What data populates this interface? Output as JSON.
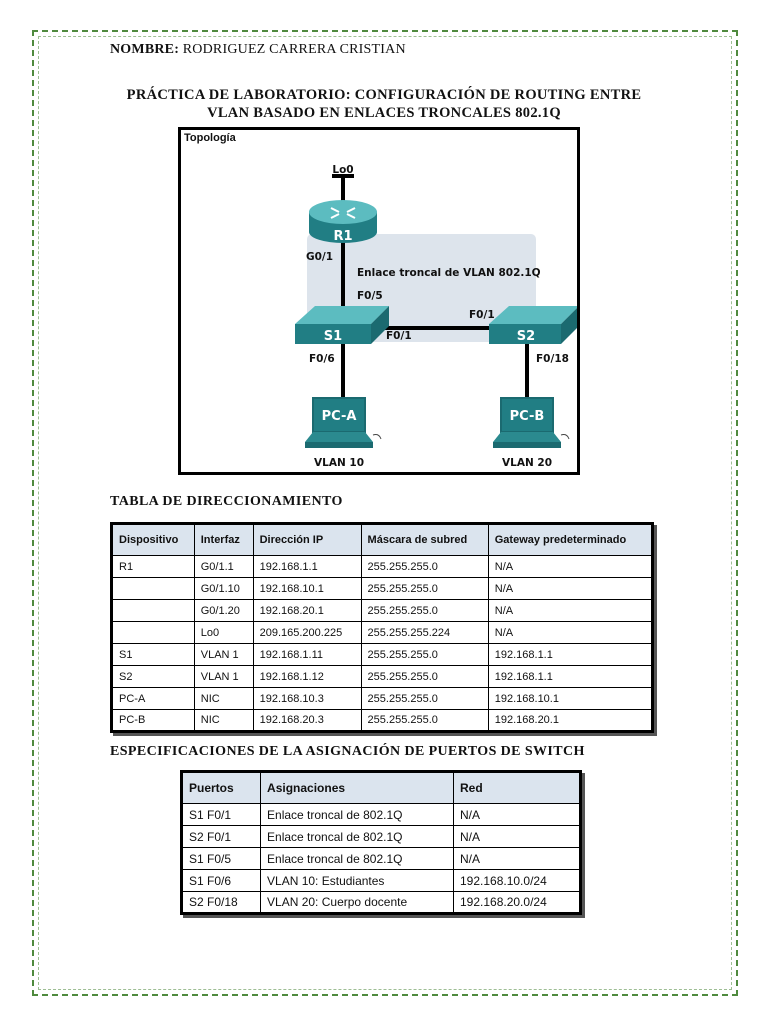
{
  "header": {
    "name_label": "NOMBRE:",
    "name_value": "RODRIGUEZ CARRERA CRISTIAN",
    "title_line1": "PRÁCTICA DE LABORATORIO: CONFIGURACIÓN DE ROUTING ENTRE",
    "title_line2": "VLAN BASADO EN ENLACES TRONCALES 802.1Q"
  },
  "topology": {
    "label": "Topología",
    "lo0": "Lo0",
    "router": "R1",
    "g01": "G0/1",
    "trunk": "Enlace troncal de VLAN 802.1Q",
    "f05": "F0/5",
    "s1": "S1",
    "s2": "S2",
    "f01_left": "F0/1",
    "f01_right": "F0/1",
    "f06": "F0/6",
    "f018": "F0/18",
    "pca": "PC-A",
    "pcb": "PC-B",
    "vlan10": "VLAN 10",
    "vlan20": "VLAN 20",
    "colors": {
      "device": "#2b8a8f",
      "device_top": "#5cbcc0",
      "trunk_area": "#dde4ec"
    }
  },
  "addressing": {
    "section_title": "TABLA DE DIRECCIONAMIENTO",
    "headers": [
      "Dispositivo",
      "Interfaz",
      "Dirección IP",
      "Máscara de subred",
      "Gateway predeterminado"
    ],
    "rows": [
      [
        "R1",
        "G0/1.1",
        "192.168.1.1",
        "255.255.255.0",
        "N/A"
      ],
      [
        "",
        "G0/1.10",
        "192.168.10.1",
        "255.255.255.0",
        "N/A"
      ],
      [
        "",
        "G0/1.20",
        "192.168.20.1",
        "255.255.255.0",
        "N/A"
      ],
      [
        "",
        "Lo0",
        "209.165.200.225",
        "255.255.255.224",
        "N/A"
      ],
      [
        "S1",
        "VLAN 1",
        "192.168.1.11",
        "255.255.255.0",
        "192.168.1.1"
      ],
      [
        "S2",
        "VLAN 1",
        "192.168.1.12",
        "255.255.255.0",
        "192.168.1.1"
      ],
      [
        "PC-A",
        "NIC",
        "192.168.10.3",
        "255.255.255.0",
        "192.168.10.1"
      ],
      [
        "PC-B",
        "NIC",
        "192.168.20.3",
        "255.255.255.0",
        "192.168.20.1"
      ]
    ]
  },
  "ports": {
    "section_title": "ESPECIFICACIONES DE LA ASIGNACIÓN DE PUERTOS DE SWITCH",
    "headers": [
      "Puertos",
      "Asignaciones",
      "Red"
    ],
    "rows": [
      [
        "S1 F0/1",
        "Enlace troncal de 802.1Q",
        "N/A"
      ],
      [
        "S2 F0/1",
        "Enlace troncal de 802.1Q",
        "N/A"
      ],
      [
        "S1 F0/5",
        "Enlace troncal de 802.1Q",
        "N/A"
      ],
      [
        "S1 F0/6",
        "VLAN 10: Estudiantes",
        "192.168.10.0/24"
      ],
      [
        "S2 F0/18",
        "VLAN 20: Cuerpo docente",
        "192.168.20.0/24"
      ]
    ]
  }
}
